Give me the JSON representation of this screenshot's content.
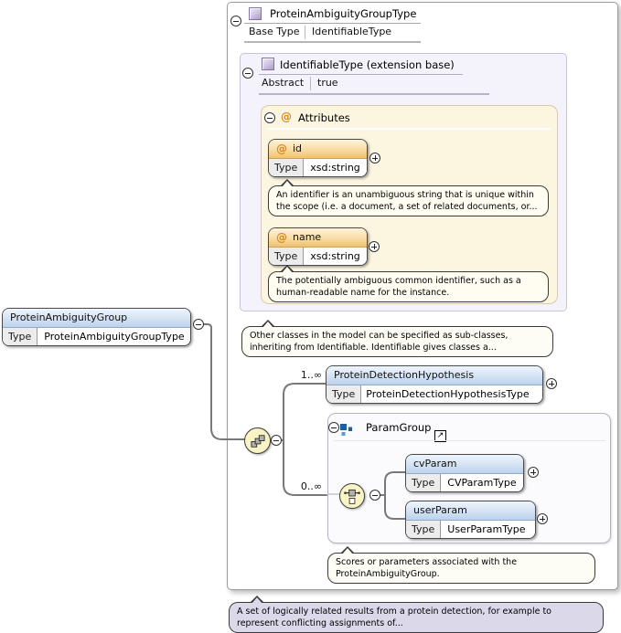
{
  "icons": {
    "at_symbol": "@",
    "link_arrow": "↗"
  },
  "type_box": {
    "title": "ProteinAmbiguityGroupType",
    "prop_label": "Base Type",
    "prop_value": "IdentifiableType"
  },
  "base_box": {
    "title": "IdentifiableType (extension base)",
    "prop_label": "Abstract",
    "prop_value": "true"
  },
  "attributes": {
    "title": "Attributes",
    "id": {
      "name": "id",
      "type_label": "Type",
      "type_value": "xsd:string",
      "note": "An identifier is an unambiguous string that is unique within the scope (i.e. a document, a set of related documents, or..."
    },
    "name_attr": {
      "name": "name",
      "type_label": "Type",
      "type_value": "xsd:string",
      "note": "The potentially ambiguous common identifier, such as a human-readable name for the instance."
    }
  },
  "root_element": {
    "name": "ProteinAmbiguityGroup",
    "type_label": "Type",
    "type_value": "ProteinAmbiguityGroupType",
    "note": "A set of logically related results from a protein detection, for example to represent conflicting assignments of..."
  },
  "inheritance_note": "Other classes in the model can be specified as sub-classes, inheriting from Identifiable. Identifiable gives classes a...",
  "protein_detection_hypothesis": {
    "cardinality": "1..∞",
    "name": "ProteinDetectionHypothesis",
    "type_label": "Type",
    "type_value": "ProteinDetectionHypothesisType"
  },
  "param_group": {
    "cardinality": "0..∞",
    "title": "ParamGroup",
    "note": "Scores or parameters associated with the ProteinAmbiguityGroup.",
    "cv_param": {
      "name": "cvParam",
      "type_label": "Type",
      "type_value": "CVParamType"
    },
    "user_param": {
      "name": "userParam",
      "type_label": "Type",
      "type_value": "UserParamType"
    }
  }
}
